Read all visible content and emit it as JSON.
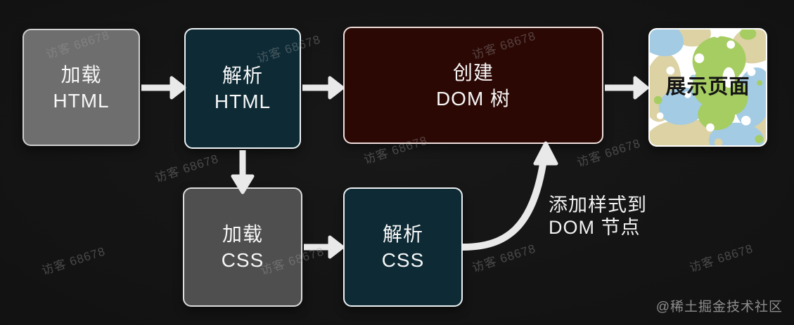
{
  "diagram": {
    "nodes": {
      "load_html": {
        "line1": "加载",
        "line2": "HTML"
      },
      "parse_html": {
        "line1": "解析",
        "line2": "HTML"
      },
      "create_dom": {
        "line1": "创建",
        "line2": "DOM 树"
      },
      "display_page": {
        "label": "展示页面"
      },
      "load_css": {
        "line1": "加载",
        "line2": "CSS"
      },
      "parse_css": {
        "line1": "解析",
        "line2": "CSS"
      }
    },
    "edge_label": {
      "line1": "添加样式到",
      "line2": "DOM 节点"
    }
  },
  "watermark": {
    "text": "访客 68678"
  },
  "credit": {
    "text": "@稀土掘金技术社区"
  },
  "colors": {
    "background": "#131313",
    "node_gray_light": "#6e6e6e",
    "node_gray_dark": "#4f4f4f",
    "node_teal": "#0d2a35",
    "node_maroon": "#2b0804",
    "arrow": "#e9e9e9",
    "pattern_blue": "#a3cbe3",
    "pattern_tan": "#dcd2a4",
    "pattern_green": "#a6cd62"
  }
}
